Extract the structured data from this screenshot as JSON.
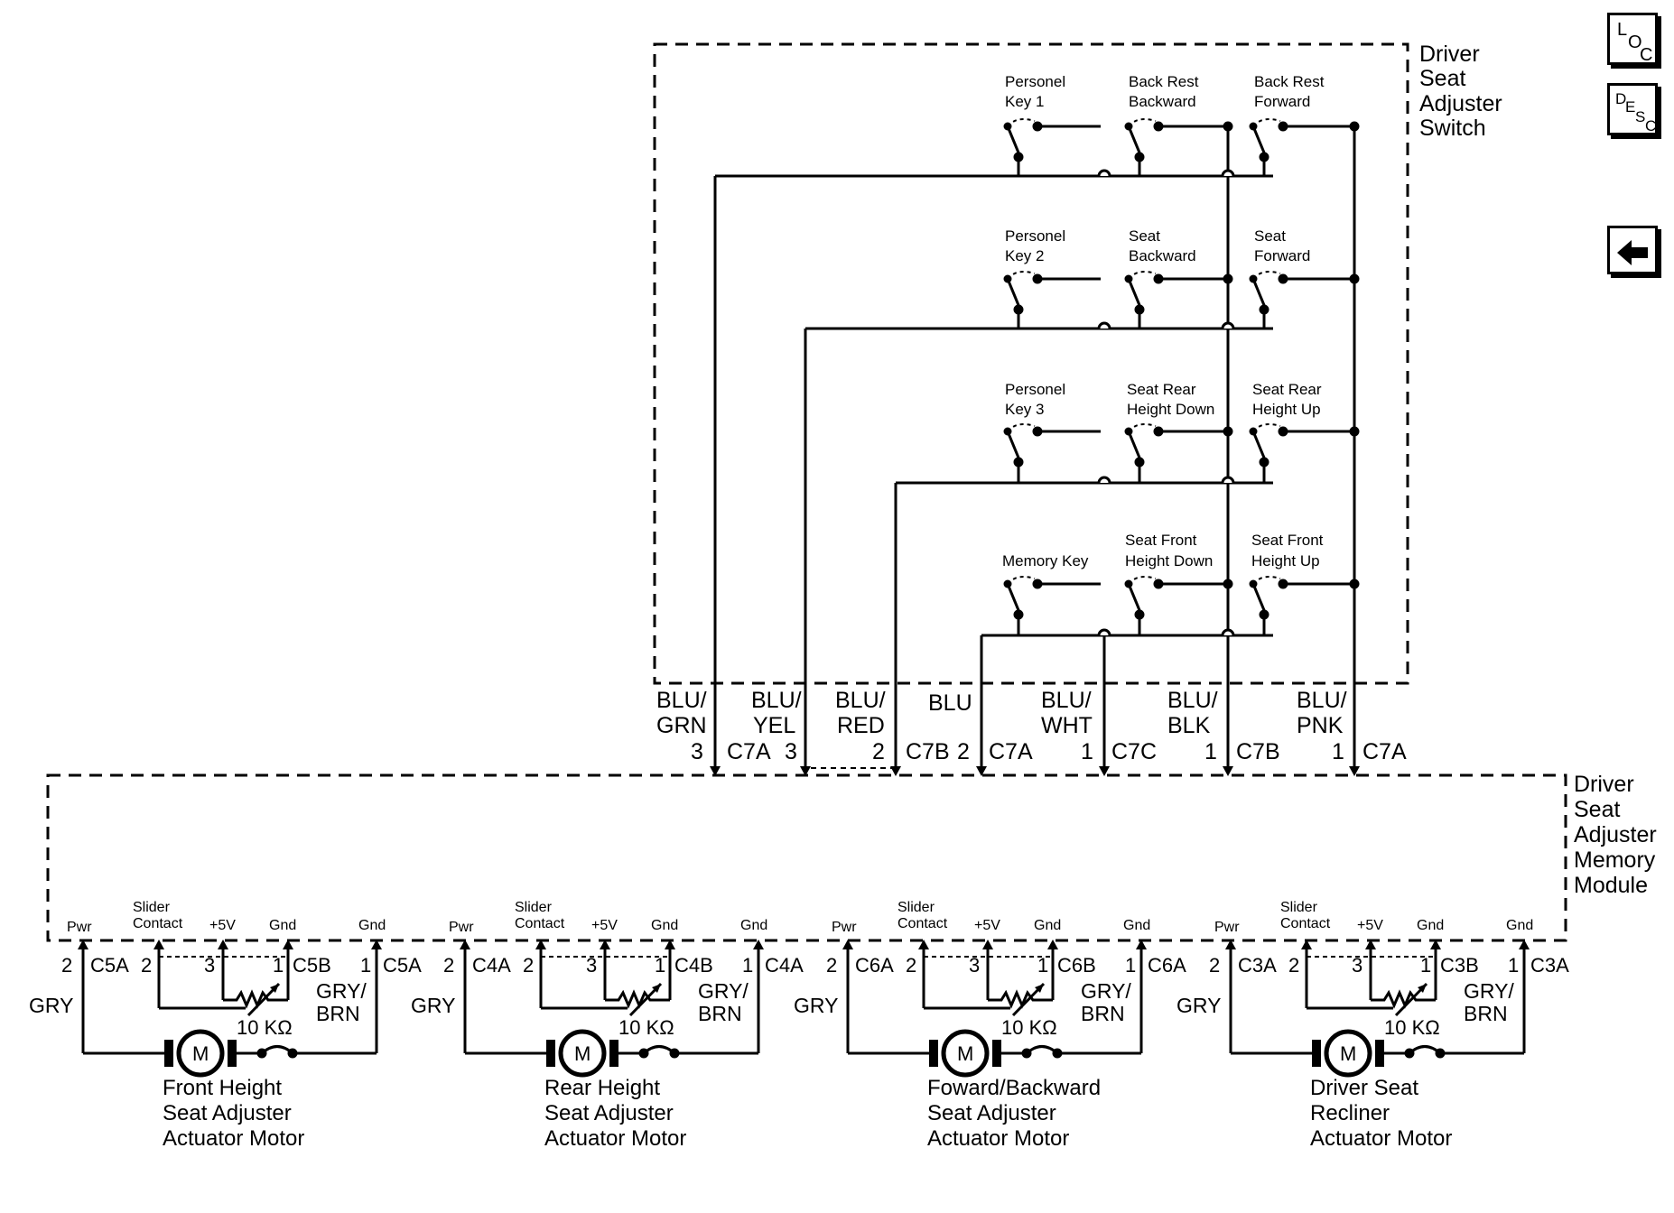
{
  "switch_title": [
    "Driver",
    "Seat",
    "Adjuster",
    "Switch"
  ],
  "module_title": [
    "Driver",
    "Seat",
    "Adjuster",
    "Memory",
    "Module"
  ],
  "switch_labels": {
    "pk1": [
      "Personel",
      "Key 1"
    ],
    "brb": [
      "Back Rest",
      "Backward"
    ],
    "brf": [
      "Back Rest",
      "Forward"
    ],
    "pk2": [
      "Personel",
      "Key 2"
    ],
    "sb": [
      "Seat",
      "Backward"
    ],
    "sf": [
      "Seat",
      "Forward"
    ],
    "pk3": [
      "Personel",
      "Key 3"
    ],
    "srhd": [
      "Seat Rear",
      "Height Down"
    ],
    "srhu": [
      "Seat Rear",
      "Height Up"
    ],
    "mk": [
      "Memory Key"
    ],
    "sfhd": [
      "Seat Front",
      "Height Down"
    ],
    "sfhu": [
      "Seat Front",
      "Height Up"
    ]
  },
  "wires": {
    "w1": [
      "BLU/",
      "GRN"
    ],
    "w2": [
      "BLU/",
      "YEL"
    ],
    "w3": [
      "BLU/",
      "RED"
    ],
    "w4": [
      "BLU"
    ],
    "w5": [
      "BLU/",
      "WHT"
    ],
    "w6": [
      "BLU/",
      "BLK"
    ],
    "w7": [
      "BLU/",
      "PNK"
    ]
  },
  "wire_pins": {
    "p1": "3",
    "c1": "C7A",
    "p2": "3",
    "p3": "2",
    "c3": "C7B",
    "p4": "2",
    "c4": "C7A",
    "p5": "1",
    "c5": "C7C",
    "p6": "1",
    "c6": "C7B",
    "p7": "1",
    "c7": "C7A"
  },
  "motor_common": {
    "pwr": "Pwr",
    "slider": [
      "Slider",
      "Contact"
    ],
    "plus5v": "+5V",
    "gnd": "Gnd",
    "motor_letter": "M",
    "resistor": "10 KΩ",
    "wire_pwr": "GRY",
    "wire_gnd": [
      "GRY/",
      "BRN"
    ],
    "pin2": "2",
    "pin3": "3",
    "pin1": "1"
  },
  "motors": [
    {
      "conn_a": "C5A",
      "conn_b": "C5B",
      "name": [
        "Front Height",
        "Seat Adjuster",
        "Actuator Motor"
      ]
    },
    {
      "conn_a": "C4A",
      "conn_b": "C4B",
      "name": [
        "Rear Height",
        "Seat Adjuster",
        "Actuator Motor"
      ]
    },
    {
      "conn_a": "C6A",
      "conn_b": "C6B",
      "name": [
        "Foward/Backward",
        "Seat Adjuster",
        "Actuator Motor"
      ]
    },
    {
      "conn_a": "C3A",
      "conn_b": "C3B",
      "name": [
        "Driver Seat",
        "Recliner",
        "Actuator Motor"
      ]
    }
  ],
  "nav": {
    "loc": [
      "L",
      "O",
      "C"
    ],
    "desc": [
      "D",
      "E",
      "S",
      "C"
    ]
  }
}
